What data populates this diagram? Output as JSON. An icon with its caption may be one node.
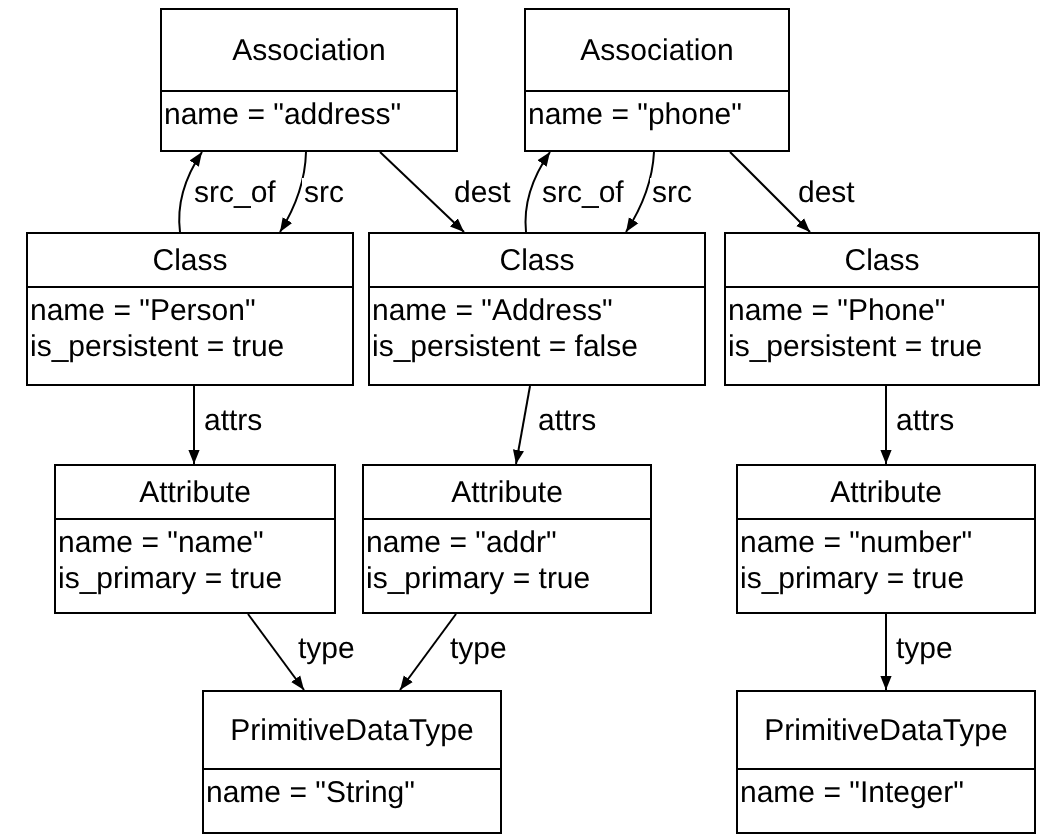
{
  "diagram": {
    "nodes": [
      {
        "text": [
          "Association",
          "name = \"address\""
        ]
      },
      {
        "text": [
          "Association",
          "name = \"phone\""
        ]
      },
      {
        "text": [
          "Class",
          "name = \"Person\" is_persistent = true"
        ]
      },
      {
        "text": [
          "Class",
          "name = \"Address\" is_persistent = false"
        ]
      },
      {
        "text": [
          "Class",
          "name = \"Phone\" is_persistent = true"
        ]
      },
      {
        "text": [
          "Attribute",
          "name = \"name\" is_primary = true"
        ]
      },
      {
        "text": [
          "Attribute",
          "name = \"addr\" is_primary = true"
        ]
      },
      {
        "text": [
          "Attribute",
          "name = \"number\" is_primary = true"
        ]
      },
      {
        "text": [
          "PrimitiveDataType",
          "name = \"String\""
        ]
      },
      {
        "text": [
          "PrimitiveDataType",
          "name = \"Integer\""
        ]
      }
    ],
    "edges": [
      {
        "from": 2,
        "to": 0,
        "arrow": "to",
        "label": "src_of"
      },
      {
        "from": 0,
        "to": 2,
        "arrow": "to",
        "label": "src"
      },
      {
        "from": 0,
        "to": 3,
        "arrow": "to",
        "label": "dest"
      },
      {
        "from": 3,
        "to": 1,
        "arrow": "to",
        "label": "src_of"
      },
      {
        "from": 1,
        "to": 3,
        "arrow": "to",
        "label": "src"
      },
      {
        "from": 1,
        "to": 4,
        "arrow": "to",
        "label": "dest"
      },
      {
        "from": 2,
        "to": 5,
        "arrow": "to",
        "label": "attrs"
      },
      {
        "from": 3,
        "to": 6,
        "arrow": "to",
        "label": "attrs"
      },
      {
        "from": 4,
        "to": 7,
        "arrow": "to",
        "label": "attrs"
      },
      {
        "from": 5,
        "to": 8,
        "arrow": "to",
        "label": "type"
      },
      {
        "from": 6,
        "to": 8,
        "arrow": "to",
        "label": "type"
      },
      {
        "from": 7,
        "to": 9,
        "arrow": "to",
        "label": "type"
      }
    ]
  }
}
